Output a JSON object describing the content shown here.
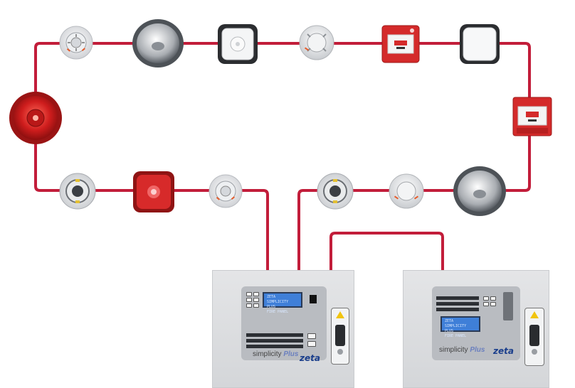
{
  "colors": {
    "loop_wire": "#c21d3a",
    "device_red": "#d42a2a",
    "panel_grey": "#dcdde0"
  },
  "devices": [
    {
      "name": "smoke-detector-icon"
    },
    {
      "name": "sounder-beacon-icon"
    },
    {
      "name": "square-sounder-icon"
    },
    {
      "name": "multi-sensor-detector-icon"
    },
    {
      "name": "manual-call-point-icon"
    },
    {
      "name": "square-white-device-icon"
    },
    {
      "name": "red-sounder-beacon-icon"
    },
    {
      "name": "manual-call-point-red-icon"
    },
    {
      "name": "loop-module-icon"
    },
    {
      "name": "red-square-beacon-icon"
    },
    {
      "name": "smoke-detector-2-icon"
    },
    {
      "name": "loop-module-2-icon"
    },
    {
      "name": "multi-sensor-detector-2-icon"
    },
    {
      "name": "sounder-beacon-2-icon"
    }
  ],
  "main_panel": {
    "lcd_line1": "ZETA SIMPLICITY PLUS",
    "lcd_line2": "FIRE PANEL",
    "brand_prefix": "simplicity",
    "brand_suffix": "Plus",
    "logo": "zeta"
  },
  "repeater_panel": {
    "lcd_line1": "ZETA SIMPLICITY PLUS",
    "lcd_line2": "FIRE PANEL",
    "brand_prefix": "simplicity",
    "brand_suffix": "Plus",
    "logo": "zeta"
  }
}
